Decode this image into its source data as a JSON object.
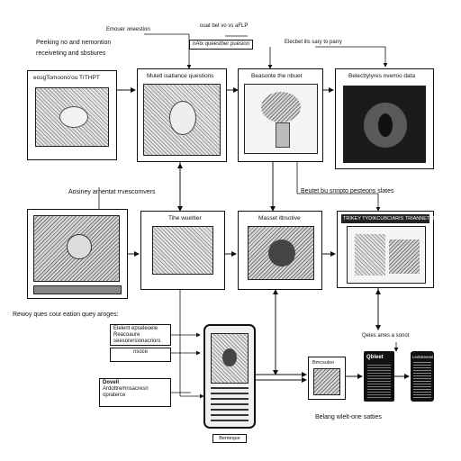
{
  "top_notes": {
    "note_left_top": "Emouer oneestion",
    "note_left_line1": "Peeking no and nemontion",
    "note_left_line2": "receiveting and sbstiures",
    "note_center_top": "ouat bet vo vs aFLP",
    "note_center_box": "nAtx queesther puesion",
    "note_right_top": "Elecbet ilis sary to parry"
  },
  "row1": {
    "box1_title": "eosgTomoono'ou TrTHPT",
    "box2_title": "Muletl isatiance questions",
    "box3_title": "Beasonte the nbuet",
    "box4_title": "Belecttylyres nvemio data"
  },
  "row2_notes": {
    "left": "Aosiney arnentat rrvescomvers",
    "right": "Beutet bu snripto pesteons slates"
  },
  "row2": {
    "box2_title": "Tihe wueltier",
    "box3_title": "Masset itbsotive",
    "box4_title": "TRIKEY TYDIKCUBCIARIS TRIANNETLE"
  },
  "bottom": {
    "note_left": "Rewoy ques cour eation quey aroges:",
    "tag1_lines": [
      "Elelent epseleoele",
      "Reacoaure",
      "seesorersionacriors"
    ],
    "tag2_line": "nsoce",
    "tag3_title": "Dovell",
    "tag3_lines": [
      "Ardottremnsacresn",
      "opraterce"
    ],
    "phone_label": "Bemeque",
    "card_label": "Bmcsuioo",
    "device_note": "Qeles arres a sonot",
    "device1_label": "Qbleet",
    "device2_label": "Ledstreesel",
    "caption": "Belang wlelt-one satties"
  },
  "colors": {
    "ink": "#111111",
    "panel_dark": "#1b1b1b",
    "paper": "#ffffff"
  }
}
